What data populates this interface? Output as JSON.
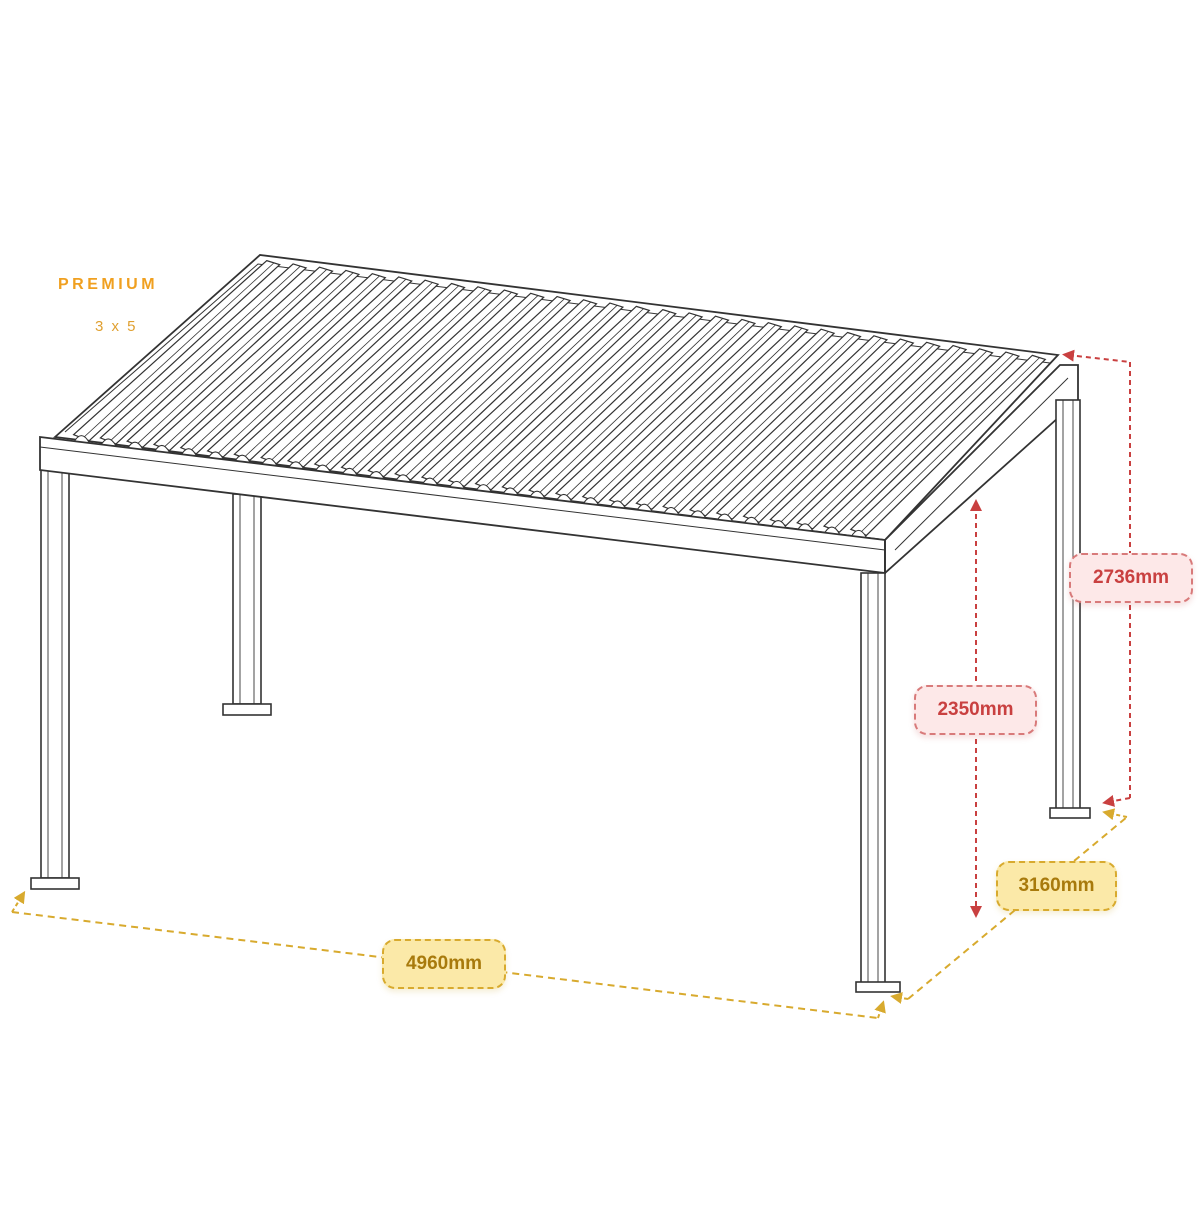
{
  "brand": {
    "title": "PREMIUM",
    "size": "3 x 5"
  },
  "dimensions": {
    "total_height": "2736mm",
    "clear_height": "2350mm",
    "depth": "3160mm",
    "length": "4960mm"
  },
  "colors": {
    "height_marker": "#c94040",
    "footprint_marker": "#d8aa2e",
    "brand_accent": "#f0a020",
    "line": "#333333"
  },
  "louver_count": 30
}
